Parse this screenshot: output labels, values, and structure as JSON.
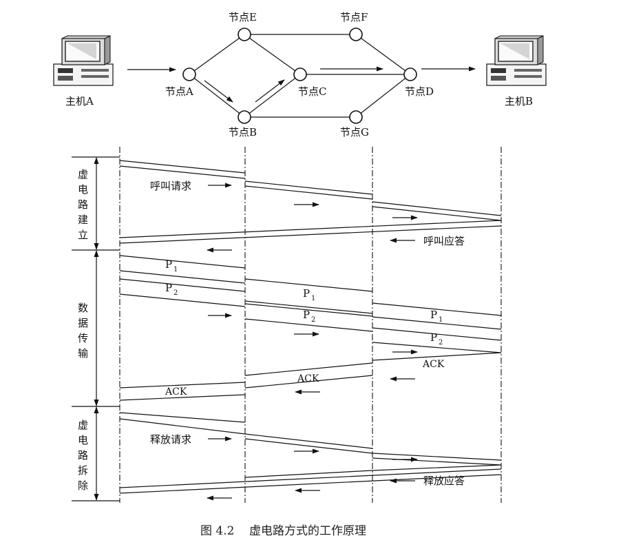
{
  "network": {
    "host_a": "主机A",
    "host_b": "主机B",
    "nodes": {
      "a": "节点A",
      "b": "节点B",
      "c": "节点C",
      "d": "节点D",
      "e": "节点E",
      "f": "节点F",
      "g": "节点G"
    }
  },
  "phases": {
    "setup": [
      "虚",
      "电",
      "路",
      "建",
      "立"
    ],
    "transfer": [
      "数",
      "据",
      "传",
      "输"
    ],
    "teardown": [
      "虚",
      "电",
      "路",
      "拆",
      "除"
    ]
  },
  "messages": {
    "call_request": "呼叫请求",
    "call_accept": "呼叫应答",
    "packet": "P",
    "sub1": "1",
    "sub2": "2",
    "ack": "ACK",
    "release_request": "释放请求",
    "release_answer": "释放应答"
  },
  "caption": "图 4.2    虚电路方式的工作原理"
}
